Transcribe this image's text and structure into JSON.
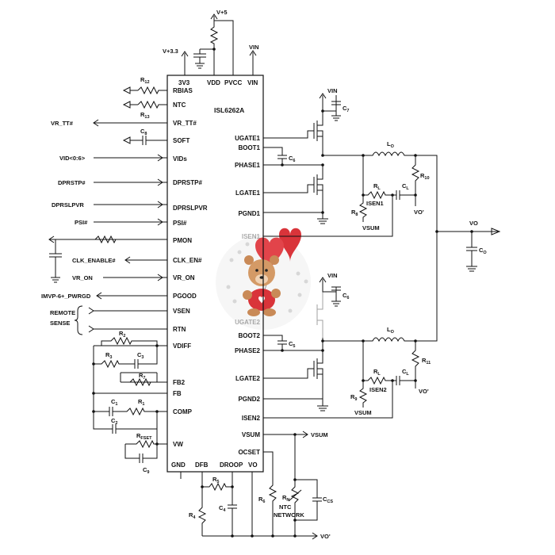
{
  "chip": {
    "name": "ISL6262A",
    "top_pins": [
      "3V3",
      "VDD",
      "PVCC",
      "VIN"
    ],
    "left_pins": [
      "RBIAS",
      "NTC",
      "VR_TT#",
      "SOFT",
      "VIDs",
      "DPRSTP#",
      "DPRSLPVR",
      "PSI#",
      "PMON",
      "CLK_EN#",
      "VR_ON",
      "PGOOD",
      "VSEN",
      "RTN",
      "VDIFF",
      "FB2",
      "FB",
      "COMP",
      "VW"
    ],
    "right_pins": [
      "UGATE1",
      "BOOT1",
      "PHASE1",
      "LGATE1",
      "PGND1",
      "ISEN1",
      "UGATE2",
      "BOOT2",
      "PHASE2",
      "LGATE2",
      "PGND2",
      "ISEN2",
      "VSUM",
      "OCSET"
    ],
    "bottom_pins": [
      "GND",
      "DFB",
      "DROOP",
      "VO"
    ]
  },
  "supplies": {
    "v5": "V+5",
    "v33": "V+3.3",
    "vin_chip": "VIN",
    "vin_top": "VIN",
    "vin_mid": "VIN"
  },
  "signals": {
    "vr_tt": "VR_TT#",
    "vid": "VID<0:6>",
    "dprstp": "DPRSTP#",
    "dprslpvr": "DPRSLPVR",
    "psi": "PSI#",
    "clk_enable": "CLK_ENABLE#",
    "vr_on": "VR_ON",
    "pwrgd": "IMVP-6+_PWRGD",
    "remote": "REMOTE",
    "sense": "SENSE",
    "vsum1": "VSUM",
    "vsum2": "VSUM",
    "vsum3": "VSUM",
    "isen1": "ISEN1",
    "isen2": "ISEN2",
    "vo": "VO",
    "vo_prime1": "VO'",
    "vo_prime2": "VO'",
    "vo_prime3": "VO'",
    "ntc_network_1": "NTC",
    "ntc_network_2": "NETWORK"
  },
  "components": {
    "R12": [
      "R",
      "12"
    ],
    "R13": [
      "R",
      "13"
    ],
    "C8": [
      "C",
      "8"
    ],
    "R2": [
      "R",
      "2"
    ],
    "R3": [
      "R",
      "3"
    ],
    "C3": [
      "C",
      "3"
    ],
    "R7": [
      "R",
      "7"
    ],
    "C1": [
      "C",
      "1"
    ],
    "R1": [
      "R",
      "1"
    ],
    "C2": [
      "C",
      "2"
    ],
    "RFSET": [
      "R",
      "FSET"
    ],
    "C9": [
      "C",
      "9"
    ],
    "R5": [
      "R",
      "5"
    ],
    "R4": [
      "R",
      "4"
    ],
    "C4": [
      "C",
      "4"
    ],
    "R6": [
      "R",
      "6"
    ],
    "RN": [
      "R",
      "N"
    ],
    "CCS": [
      "C",
      "CS"
    ],
    "C7": [
      "C",
      "7"
    ],
    "C6": [
      "C",
      "6"
    ],
    "C5": [
      "C",
      "5"
    ],
    "C6b": [
      "C",
      "6"
    ],
    "L1": [
      "L",
      "O"
    ],
    "L2": [
      "L",
      "O"
    ],
    "RL1": [
      "R",
      "L"
    ],
    "CL1": [
      "C",
      "L"
    ],
    "R10": [
      "R",
      "10"
    ],
    "R8": [
      "R",
      "8"
    ],
    "RL2": [
      "R",
      "L"
    ],
    "CL2": [
      "C",
      "L"
    ],
    "R11": [
      "R",
      "11"
    ],
    "R9": [
      "R",
      "9"
    ],
    "CO": [
      "C",
      "O"
    ]
  },
  "colors": {
    "ink": "#111111",
    "balloon": "#d9343a",
    "bear": "#c98a57",
    "bear_shirt": "#d9343a"
  }
}
